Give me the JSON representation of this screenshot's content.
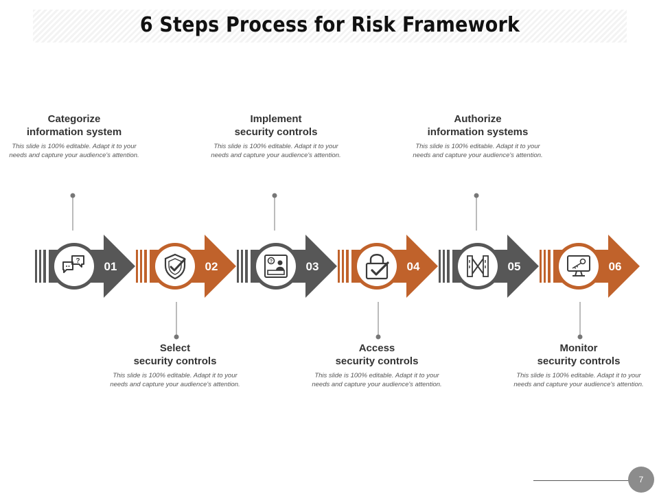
{
  "title": "6 Steps Process for Risk Framework",
  "colors": {
    "dark": "#575757",
    "accent": "#c0622b"
  },
  "steps": [
    {
      "number": "01",
      "title_line1": "Categorize",
      "title_line2": "information system",
      "desc": "This slide is 100% editable. Adapt it to your needs and capture your audience's attention.",
      "icon": "chat-question-icon",
      "color": "dark",
      "label_position": "top"
    },
    {
      "number": "02",
      "title_line1": "Select",
      "title_line2": "security controls",
      "desc": "This slide is 100% editable. Adapt it to your needs and capture your audience's attention.",
      "icon": "shield-check-icon",
      "color": "accent",
      "label_position": "bottom"
    },
    {
      "number": "03",
      "title_line1": "Implement",
      "title_line2": "security controls",
      "desc": "This slide is 100% editable. Adapt it to your needs and capture your audience's attention.",
      "icon": "help-desk-icon",
      "color": "dark",
      "label_position": "top"
    },
    {
      "number": "04",
      "title_line1": "Access",
      "title_line2": "security controls",
      "desc": "This slide is 100% editable. Adapt it to your needs and capture your audience's attention.",
      "icon": "padlock-check-icon",
      "color": "accent",
      "label_position": "bottom"
    },
    {
      "number": "05",
      "title_line1": "Authorize",
      "title_line2": "information systems",
      "desc": "This slide is 100% editable. Adapt it to your needs and capture your audience's attention.",
      "icon": "gate-icon",
      "color": "dark",
      "label_position": "top"
    },
    {
      "number": "06",
      "title_line1": "Monitor",
      "title_line2": "security controls",
      "desc": "This slide is 100% editable. Adapt it to your needs and capture your audience's attention.",
      "icon": "monitor-key-icon",
      "color": "accent",
      "label_position": "bottom"
    }
  ],
  "page_number": "7"
}
